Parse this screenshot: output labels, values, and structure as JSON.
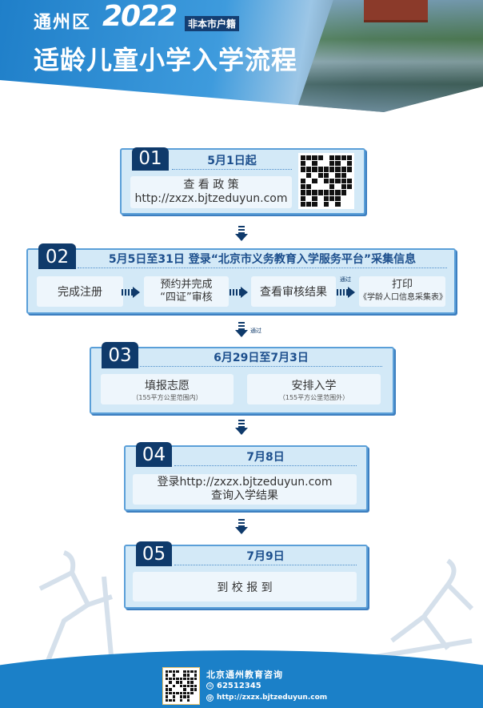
{
  "header": {
    "district": "通州区",
    "year": "2022",
    "tag": "非本市户籍",
    "title": "适龄儿童小学入学流程"
  },
  "steps": [
    {
      "num": "01",
      "date": "5月1日起",
      "lines": [
        "查 看 政 策",
        "http://zxzx.bjtzeduyun.com"
      ]
    },
    {
      "num": "02",
      "title": "5月5日至31日 登录“北京市义务教育入学服务平台”采集信息",
      "substeps": [
        {
          "lines": [
            "完成注册"
          ]
        },
        {
          "lines": [
            "预约并完成",
            "“四证”审核"
          ]
        },
        {
          "lines": [
            "查看审核结果"
          ]
        },
        {
          "lines": [
            "打印",
            "《学龄人口信息采集表》"
          ]
        }
      ],
      "pass_label": "通过"
    },
    {
      "num": "03",
      "date": "6月29日至7月3日",
      "options": [
        {
          "title": "填报志愿",
          "note": "（155平方公里范围内）"
        },
        {
          "title": "安排入学",
          "note": "（155平方公里范围外）"
        }
      ]
    },
    {
      "num": "04",
      "date": "7月8日",
      "lines": [
        "登录http://zxzx.bjtzeduyun.com",
        "查询入学结果"
      ]
    },
    {
      "num": "05",
      "date": "7月9日",
      "lines": [
        "到 校 报 到"
      ]
    }
  ],
  "arrow_pass_label": "通过",
  "footer": {
    "org": "北京通州教育咨询",
    "phone": "62512345",
    "url": "http://zxzx.bjtzeduyun.com"
  },
  "colors": {
    "navy": "#0f3a6b",
    "box_fill": "#d3e9f7",
    "box_border": "#5a9fd8",
    "footer": "#1b80c8"
  }
}
